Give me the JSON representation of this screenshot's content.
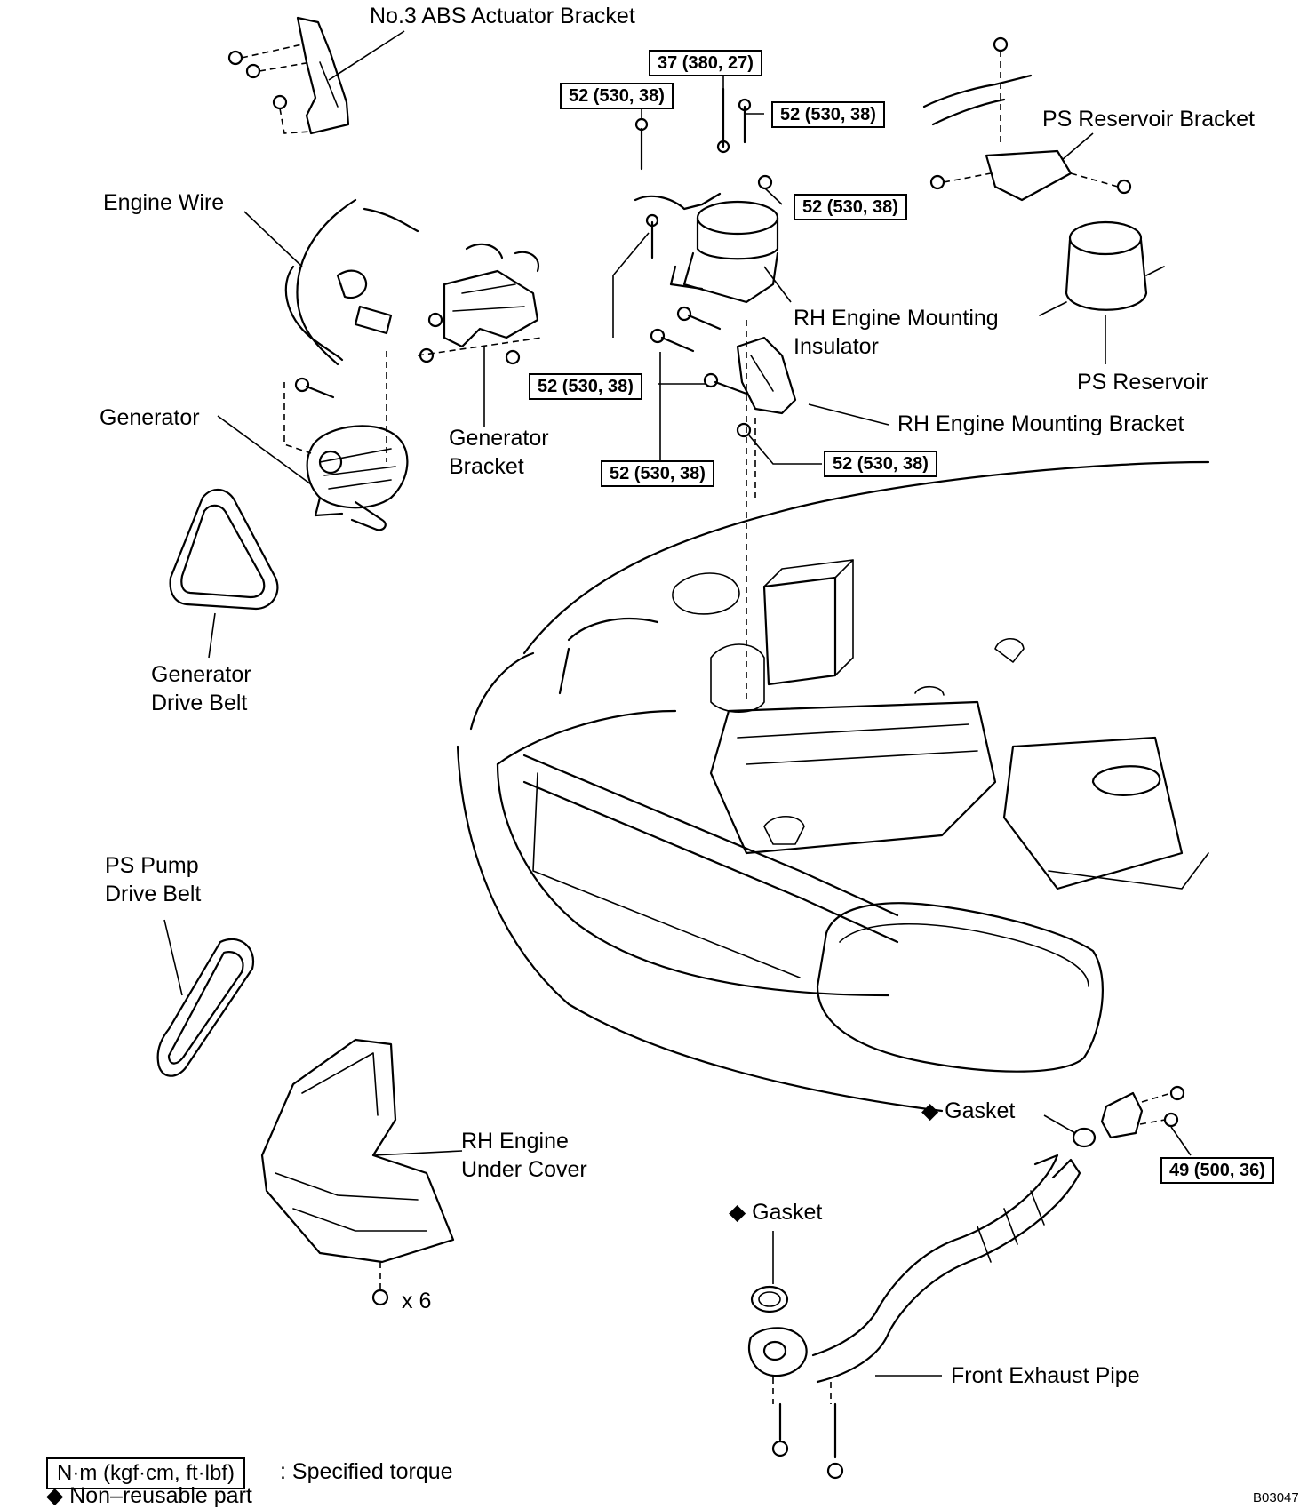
{
  "labels": {
    "abs_bracket": "No.3 ABS Actuator Bracket",
    "engine_wire": "Engine Wire",
    "generator": "Generator",
    "generator_bracket": "Generator\nBracket",
    "generator_drive_belt": "Generator\nDrive Belt",
    "ps_reservoir_bracket": "PS Reservoir Bracket",
    "ps_reservoir": "PS Reservoir",
    "rh_mount_insulator": "RH Engine Mounting\nInsulator",
    "rh_mount_bracket": "RH Engine Mounting Bracket",
    "ps_pump_drive_belt": "PS Pump\nDrive Belt",
    "rh_under_cover": "RH Engine\nUnder Cover",
    "bolt_count": "x 6",
    "gasket_upper": "◆ Gasket",
    "gasket_lower": "◆ Gasket",
    "front_exhaust_pipe": "Front Exhaust Pipe"
  },
  "torques": {
    "t37": "37 (380, 27)",
    "t52_a": "52 (530, 38)",
    "t52_b": "52 (530, 38)",
    "t52_c": "52 (530, 38)",
    "t52_d": "52 (530, 38)",
    "t52_e": "52 (530, 38)",
    "t52_f": "52 (530, 38)",
    "t49": "49 (500, 36)"
  },
  "legend": {
    "torque_unit": "N·m (kgf·cm, ft·lbf)",
    "torque_desc": ": Specified torque",
    "non_reusable": "◆ Non–reusable part"
  },
  "figure_code": "B03047"
}
